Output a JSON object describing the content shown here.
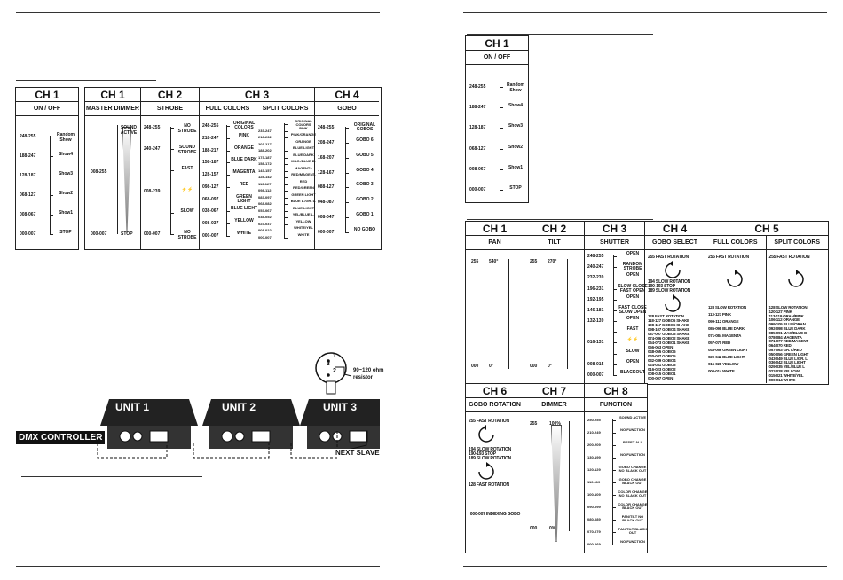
{
  "page_left": {
    "t1": {
      "title": "CH 1",
      "sub": "ON / OFF",
      "rows": [
        {
          "v": "248-255",
          "l": "Random Show"
        },
        {
          "v": "188-247",
          "l": "Show4"
        },
        {
          "v": "128-187",
          "l": "Show3"
        },
        {
          "v": "068-127",
          "l": "Show2"
        },
        {
          "v": "008-067",
          "l": "Show1"
        },
        {
          "v": "000-007",
          "l": "STOP"
        }
      ]
    },
    "t2": {
      "ch1": {
        "title": "CH 1",
        "sub": "MASTER DIMMER",
        "top": "SOUND ACTIVE",
        "range": "008-255",
        "bottom_v": "000-007",
        "bottom_l": "STOP"
      },
      "ch2": {
        "title": "CH 2",
        "sub": "STROBE",
        "rows": [
          {
            "v": "248-255",
            "l": "NO STROBE"
          },
          {
            "v": "240-247",
            "l": "SOUND STROBE"
          },
          {
            "v": "",
            "l": "FAST"
          },
          {
            "v": "008-239",
            "l": "⚡⚡"
          },
          {
            "v": "",
            "l": "SLOW"
          },
          {
            "v": "000-007",
            "l": "NO STROBE"
          }
        ]
      },
      "ch3": {
        "title": "CH 3",
        "full": {
          "sub": "FULL COLORS",
          "rows": [
            {
              "v": "248-255",
              "l": "ORIGINAL COLORS"
            },
            {
              "v": "218-247",
              "l": "PINK"
            },
            {
              "v": "188-217",
              "l": "ORANGE"
            },
            {
              "v": "158-187",
              "l": "BLUE DARK"
            },
            {
              "v": "128-157",
              "l": "MAGENTA"
            },
            {
              "v": "098-127",
              "l": "RED"
            },
            {
              "v": "068-097",
              "l": "GREEN LIGHT"
            },
            {
              "v": "038-067",
              "l": "BLUE LIGHT"
            },
            {
              "v": "008-037",
              "l": "YELLOW"
            },
            {
              "v": "000-007",
              "l": "WHITE"
            }
          ]
        },
        "split": {
          "sub": "SPLIT COLORS",
          "rows": [
            {
              "v": "",
              "l": "ORIGINAL COLORS"
            },
            {
              "v": "233-247",
              "l": "PINK"
            },
            {
              "v": "218-232",
              "l": "PINK/ORANGE"
            },
            {
              "v": "203-217",
              "l": "ORANGE"
            },
            {
              "v": "188-202",
              "l": "BLUE/LIGHT"
            },
            {
              "v": "173-187",
              "l": "BLUE DARK"
            },
            {
              "v": "158-172",
              "l": "MAG./BLUE D."
            },
            {
              "v": "143-157",
              "l": "MAGENTA"
            },
            {
              "v": "128-142",
              "l": "RED/MAGENT."
            },
            {
              "v": "113-127",
              "l": "RED"
            },
            {
              "v": "098-112",
              "l": "RED/GREEN"
            },
            {
              "v": "083-097",
              "l": "GREEN LIGHT"
            },
            {
              "v": "068-082",
              "l": "BLUE L./GR. L."
            },
            {
              "v": "053-067",
              "l": "BLUE LIGHT"
            },
            {
              "v": "038-052",
              "l": "YEL/BLUE L."
            },
            {
              "v": "023-037",
              "l": "YELLOW"
            },
            {
              "v": "008-022",
              "l": "WHITE/YEL"
            },
            {
              "v": "000-007",
              "l": "WHITE"
            }
          ]
        }
      },
      "ch4": {
        "title": "CH 4",
        "sub": "GOBO",
        "rows": [
          {
            "v": "248-255",
            "l": "ORIGINAL GOBOS"
          },
          {
            "v": "208-247",
            "l": "GOBO 6"
          },
          {
            "v": "168-207",
            "l": "GOBO 5"
          },
          {
            "v": "128-167",
            "l": "GOBO 4"
          },
          {
            "v": "088-127",
            "l": "GOBO 3"
          },
          {
            "v": "048-087",
            "l": "GOBO 2"
          },
          {
            "v": "008-047",
            "l": "GOBO 1"
          },
          {
            "v": "000-007",
            "l": "NO GOBO"
          }
        ]
      }
    },
    "diagram": {
      "controller": "DMX CONTROLLER",
      "units": [
        "UNIT 1",
        "UNIT 2",
        "UNIT 3"
      ],
      "next": "NEXT SLAVE",
      "pins": [
        "1",
        "3",
        "2"
      ],
      "resistor": "90~120 ohm resistor"
    }
  },
  "page_right": {
    "t1": {
      "title": "CH 1",
      "sub": "ON / OFF",
      "rows": [
        {
          "v": "248-255",
          "l": "Random Show"
        },
        {
          "v": "188-247",
          "l": "Show4"
        },
        {
          "v": "128-187",
          "l": "Show3"
        },
        {
          "v": "068-127",
          "l": "Show2"
        },
        {
          "v": "008-067",
          "l": "Show1"
        },
        {
          "v": "000-007",
          "l": "STOP"
        }
      ]
    },
    "t2": {
      "ch1": {
        "title": "CH 1",
        "sub": "PAN",
        "top_v": "255",
        "top_l": "540°",
        "bot_v": "000",
        "bot_l": "0°"
      },
      "ch2": {
        "title": "CH 2",
        "sub": "TILT",
        "top_v": "255",
        "top_l": "270°",
        "bot_v": "000",
        "bot_l": "0°"
      },
      "ch3": {
        "title": "CH 3",
        "sub": "SHUTTER",
        "rows": [
          {
            "v": "248-255",
            "l": "OPEN"
          },
          {
            "v": "240-247",
            "l": "RANDOM STROBE"
          },
          {
            "v": "232-239",
            "l": "OPEN"
          },
          {
            "v": "196-231",
            "l": "SLOW CLOSE FAST OPEN"
          },
          {
            "v": "192-195",
            "l": "OPEN"
          },
          {
            "v": "146-181",
            "l": "FAST CLOSE SLOW OPEN"
          },
          {
            "v": "132-139",
            "l": "OPEN"
          },
          {
            "v": "",
            "l": "FAST"
          },
          {
            "v": "016-131",
            "l": "⚡⚡"
          },
          {
            "v": "",
            "l": "SLOW"
          },
          {
            "v": "008-015",
            "l": "OPEN"
          },
          {
            "v": "000-007",
            "l": "BLACKOUT"
          }
        ]
      },
      "ch4": {
        "title": "CH 4",
        "sub": "GOBO SELECT",
        "lines": [
          "255  FAST ROTATION",
          "194  SLOW ROTATION",
          "190-193  STOP",
          "189  SLOW ROTATION",
          "128  FAST ROTATION",
          "118-127  GOBO6 SHAKE",
          "108-117  GOBO5 SHAKE",
          "098-107  GOBO4 SHAKE",
          "087-097  GOBO3 SHAKE",
          "074-086  GOBO2 SHAKE",
          "064-073  GOBO1 SHAKE",
          "056-063  OPEN",
          "048-055  GOBO6",
          "040-047  GOBO5",
          "032-039  GOBO4",
          "024-031  GOBO3",
          "016-023  GOBO2",
          "008-015  GOBO1",
          "000-007  OPEN"
        ]
      },
      "ch5": {
        "title": "CH 5",
        "full": {
          "sub": "FULL COLORS",
          "head": "255 FAST ROTATION",
          "lines": [
            "128 SLOW ROTATION",
            "113-127 PINK",
            "099-112 ORANGE",
            "085-098 BLUE DARK",
            "071-084 MAGENTA",
            "057-070 RED",
            "043-056 GREEN LIGHT",
            "029-042 BLUE LIGHT",
            "015-028 YELLOW",
            "000-014 WHITE"
          ]
        },
        "split": {
          "sub": "SPLIT COLORS",
          "head": "255 FAST ROTATION",
          "lines": [
            "128 SLOW ROTATION",
            "120-127 PINK",
            "113-119 ORAN/PINK",
            "106-112 ORANGE",
            "099-105 BLUE/ORAN",
            "092-098 BLUE DARK",
            "085-091 MAG/BLUE D",
            "078-084 MAGENTA",
            "071-077 RED/MAGENT",
            "064-070 RED",
            "057-063 GR. L/RED",
            "050-056 GREEN LIGHT",
            "043-049 BLUE L/GR. L",
            "036-042 BLUE LIGHT",
            "029-035 YEL/BLUE L",
            "022-028 YELLOW",
            "015-021 WHITE/YEL",
            "000-014 WHITE"
          ]
        }
      },
      "ch6": {
        "title": "CH 6",
        "sub": "GOBO ROTATION",
        "lines": [
          "255  FAST ROTATION",
          "194 SLOW ROTATION",
          "190-193 STOP",
          "189 SLOW ROTATION",
          "128  FAST ROTATION",
          "000-007 INDEXING GOBO"
        ]
      },
      "ch7": {
        "title": "CH 7",
        "sub": "DIMMER",
        "top_v": "255",
        "top_l": "100%",
        "bot_v": "000",
        "bot_l": "0%"
      },
      "ch8": {
        "title": "CH 8",
        "sub": "FUNCTION",
        "rows": [
          {
            "v": "250-255",
            "l": "SOUND ACTIVE"
          },
          {
            "v": "210-249",
            "l": "NO FUNCTION"
          },
          {
            "v": "200-209",
            "l": "RESET ALL"
          },
          {
            "v": "130-199",
            "l": "NO FUNCTION"
          },
          {
            "v": "120-129",
            "l": "GOBO CHANGE NO BLACK OUT"
          },
          {
            "v": "110-119",
            "l": "GOBO CHANGE BLACK OUT"
          },
          {
            "v": "100-109",
            "l": "COLOR CHANGE NO BLACK OUT"
          },
          {
            "v": "090-099",
            "l": "COLOR CHANGE BLACK OUT"
          },
          {
            "v": "080-089",
            "l": "PAN/TILT NO BLACK OUT"
          },
          {
            "v": "070-079",
            "l": "PAN/TILT BLACK OUT"
          },
          {
            "v": "000-069",
            "l": "NO FUNCTION"
          }
        ]
      }
    }
  }
}
